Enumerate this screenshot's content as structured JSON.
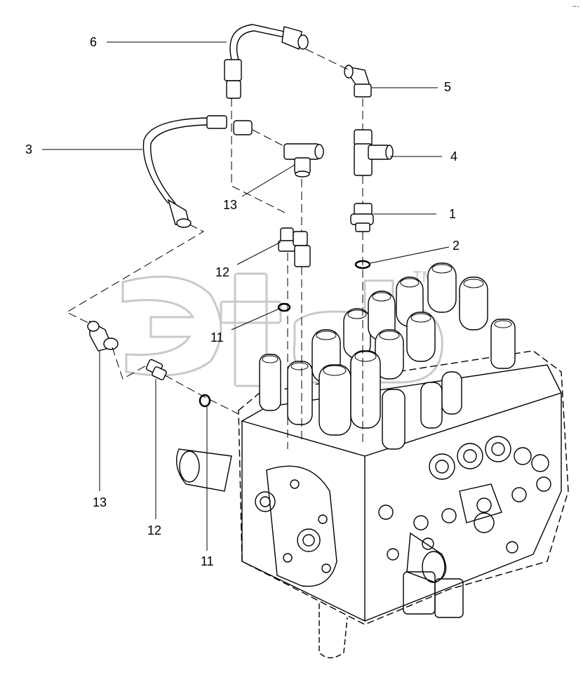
{
  "watermark": {
    "trademark": "TM",
    "color": "#c9c9c9"
  },
  "corner_mark": "~-",
  "callouts": [
    {
      "id": "c6",
      "label": "6"
    },
    {
      "id": "c5",
      "label": "5"
    },
    {
      "id": "c3",
      "label": "3"
    },
    {
      "id": "c4",
      "label": "4"
    },
    {
      "id": "c13a",
      "label": "13"
    },
    {
      "id": "c1",
      "label": "1"
    },
    {
      "id": "c2",
      "label": "2"
    },
    {
      "id": "c12a",
      "label": "12"
    },
    {
      "id": "c11a",
      "label": "11"
    },
    {
      "id": "c13b",
      "label": "13"
    },
    {
      "id": "c12b",
      "label": "12"
    },
    {
      "id": "c11b",
      "label": "11"
    }
  ],
  "colors": {
    "line": "#000000",
    "leader": "#000000"
  }
}
